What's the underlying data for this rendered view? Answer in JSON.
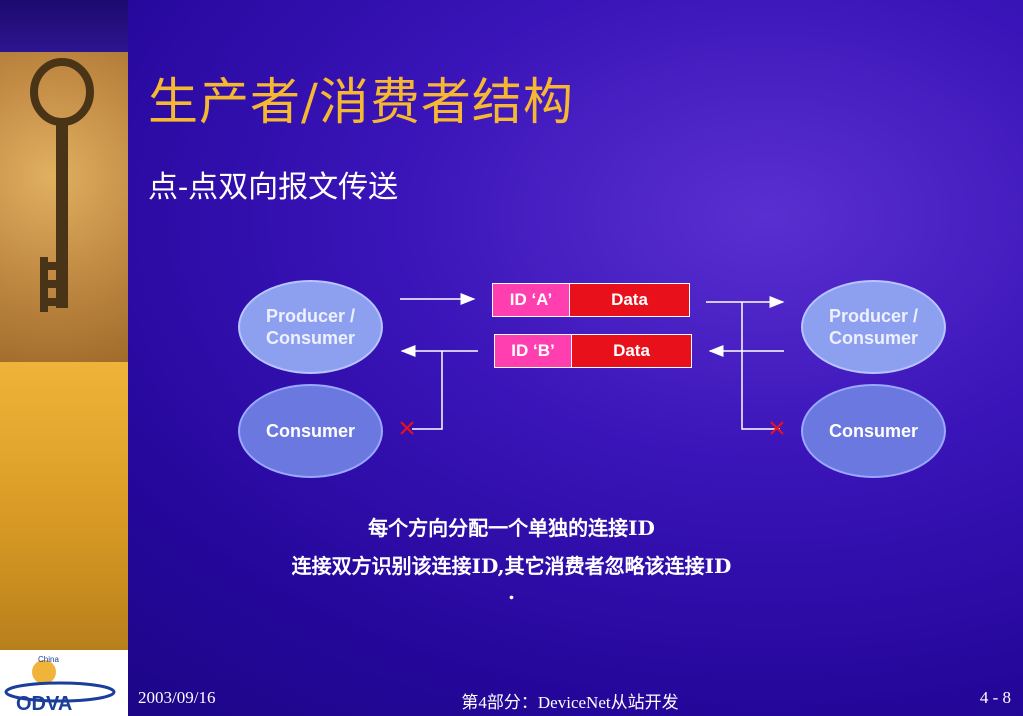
{
  "slide": {
    "title": "生产者/消费者结构",
    "subtitle": "点-点双向报文传送"
  },
  "diagram": {
    "left": {
      "producer_consumer": "Producer / Consumer",
      "consumer": "Consumer"
    },
    "right": {
      "producer_consumer": "Producer / Consumer",
      "consumer": "Consumer"
    },
    "messages": [
      {
        "id": "ID ‘A’",
        "data": "Data"
      },
      {
        "id": "ID ‘B’",
        "data": "Data"
      }
    ]
  },
  "notes": {
    "line1": "每个方向分配一个单独的连接ID",
    "line2": "连接双方识别该连接ID,其它消费者忽略该连接ID",
    "line3": "."
  },
  "footer": {
    "date": "2003/09/16",
    "section": "第4部分：DeviceNet从站开发",
    "page": "4 - 8"
  },
  "logo": {
    "top_text": "China",
    "brand": "ODVA"
  },
  "colors": {
    "title": "#f5b830",
    "id_box": "#ff3fb0",
    "data_box": "#e8101a",
    "reject_mark": "#e8101a"
  }
}
